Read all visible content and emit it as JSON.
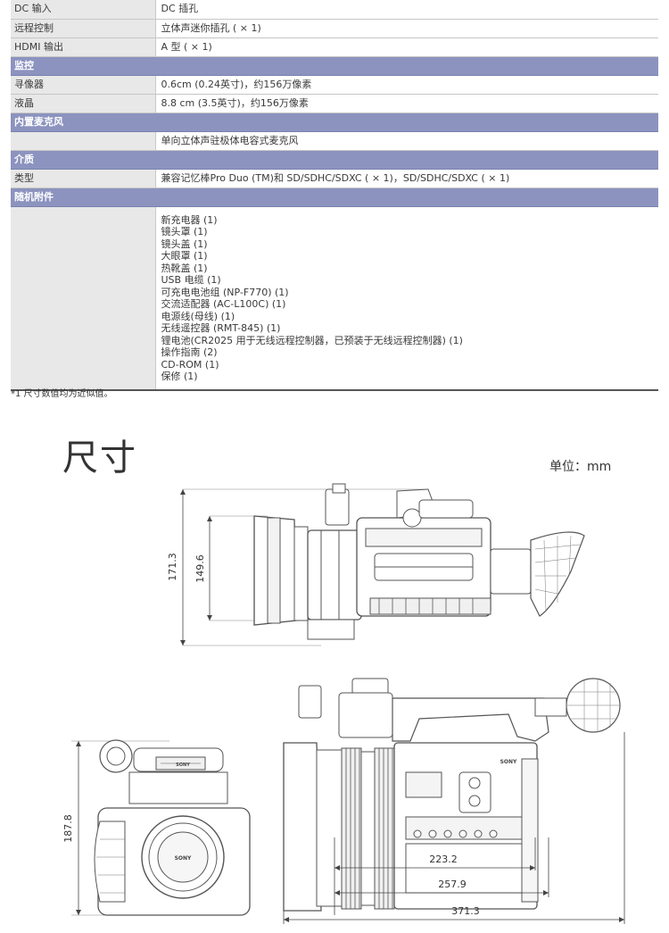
{
  "spec_rows": [
    {
      "type": "row",
      "key": "DC 输入",
      "value": "DC 插孔"
    },
    {
      "type": "row",
      "key": "远程控制",
      "value": "立体声迷你插孔 ( × 1)"
    },
    {
      "type": "row",
      "key": "HDMI 输出",
      "value": "A 型 ( × 1)"
    },
    {
      "type": "section",
      "key": "监控"
    },
    {
      "type": "row",
      "key": "寻像器",
      "value": "0.6cm (0.24英寸)，约156万像素"
    },
    {
      "type": "row",
      "key": "液晶",
      "value": "8.8 cm (3.5英寸)，约156万像素"
    },
    {
      "type": "section",
      "key": "内置麦克风"
    },
    {
      "type": "row",
      "key": "",
      "value": "单向立体声驻极体电容式麦克风"
    },
    {
      "type": "section",
      "key": "介质"
    },
    {
      "type": "row",
      "key": "类型",
      "value": "兼容记忆棒Pro Duo (TM)和 SD/SDHC/SDXC ( × 1)，SD/SDHC/SDXC ( × 1)"
    },
    {
      "type": "section",
      "key": "随机附件"
    }
  ],
  "accessories": [
    "新充电器 (1)",
    "镜头罩 (1)",
    "镜头盖 (1)",
    "大眼罩 (1)",
    "热靴盖 (1)",
    "USB 电缆 (1)",
    "可充电电池组 (NP-F770) (1)",
    "交流适配器 (AC-L100C) (1)",
    "电源线(母线) (1)",
    "无线遥控器 (RMT-845) (1)",
    "锂电池(CR2025 用于无线远程控制器，已预装于无线远程控制器) (1)",
    "操作指南 (2)",
    "CD-ROM (1)",
    "保修 (1)"
  ],
  "footnote": "*1 尺寸数值均为近似值。",
  "dimensions_title": "尺寸",
  "unit_label": "单位：mm",
  "dims": {
    "top_total_height": "171.3",
    "top_body_height": "149.6",
    "front_height": "187.8",
    "side_width_1": "223.2",
    "side_width_2": "257.9",
    "side_width_3": "371.3"
  },
  "brand": "SONY"
}
